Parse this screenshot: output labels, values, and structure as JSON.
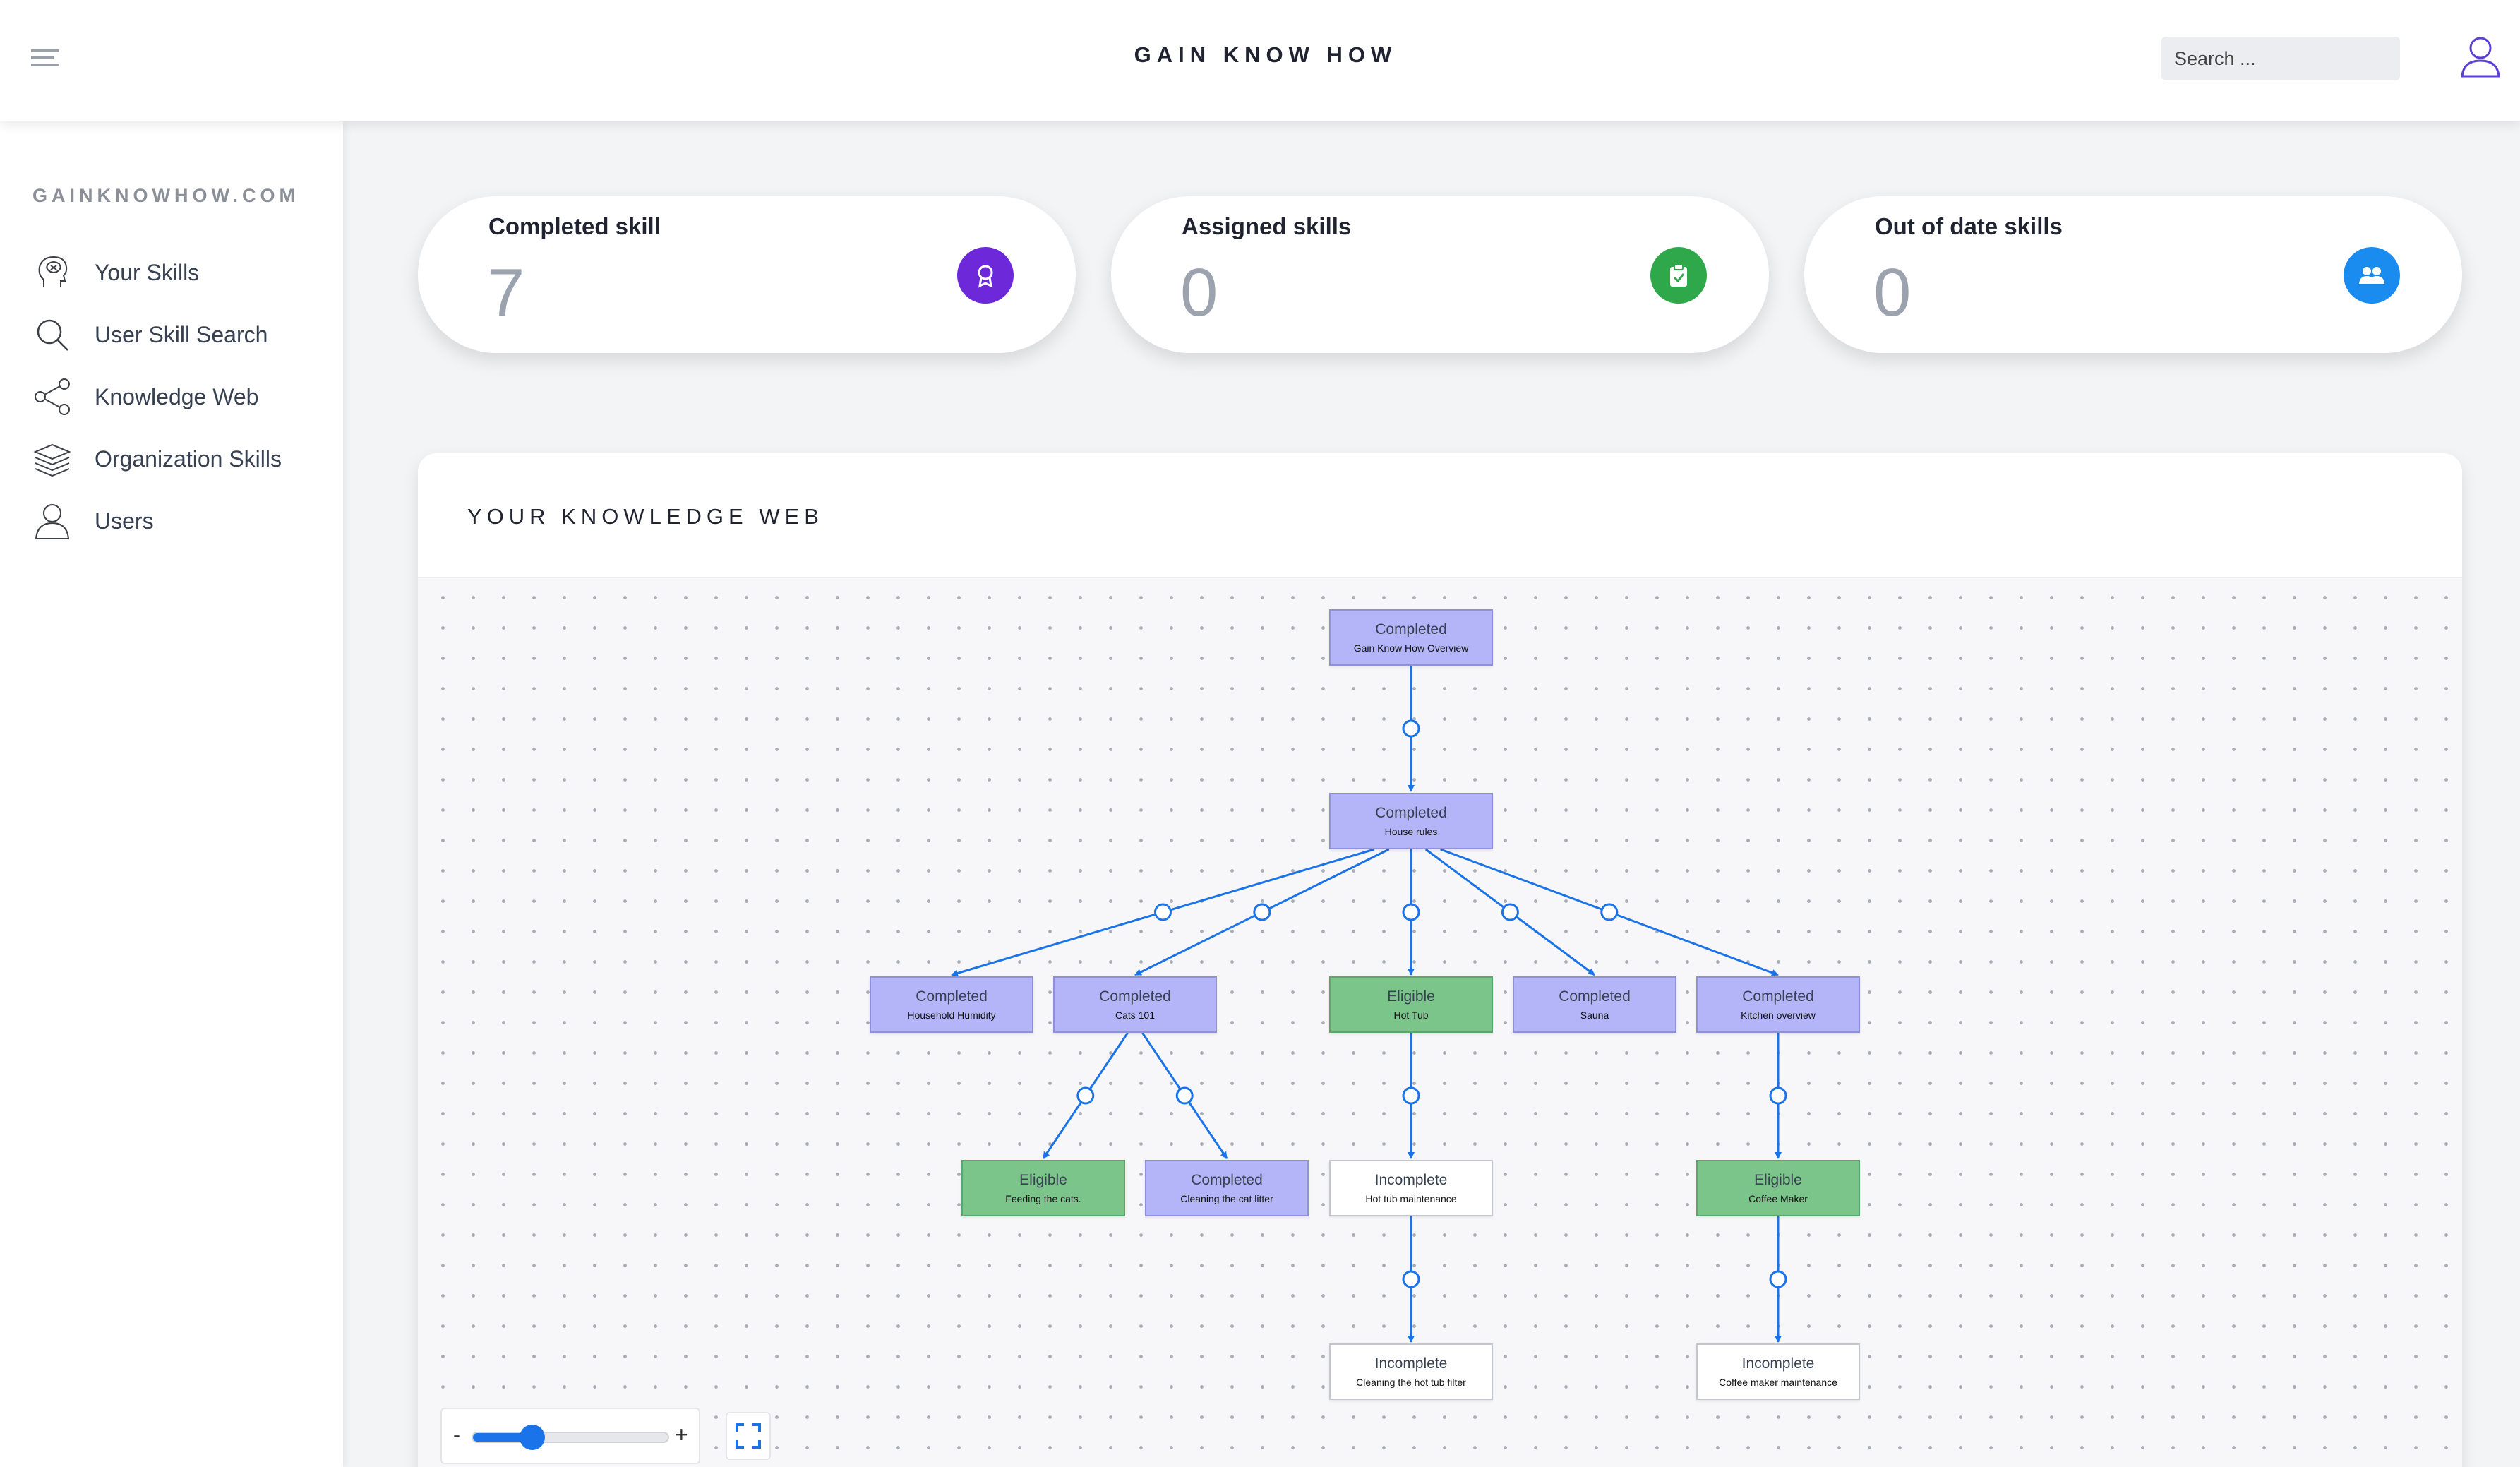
{
  "header": {
    "title": "GAIN KNOW HOW",
    "search_placeholder": "Search ...",
    "menu_icon": "hamburger-menu-icon",
    "user_icon": "user-icon"
  },
  "sidebar": {
    "brand": "GAINKNOWHOW.COM",
    "items": [
      {
        "label": "Your Skills",
        "icon": "head-brain-icon"
      },
      {
        "label": "User Skill Search",
        "icon": "search-icon"
      },
      {
        "label": "Knowledge Web",
        "icon": "share-network-icon"
      },
      {
        "label": "Organization Skills",
        "icon": "layers-icon"
      },
      {
        "label": "Users",
        "icon": "user-icon"
      }
    ]
  },
  "cards": [
    {
      "title": "Completed skill",
      "value": "7",
      "icon": "award-icon",
      "color": "#6d28d9"
    },
    {
      "title": "Assigned skills",
      "value": "0",
      "icon": "clipboard-check-icon",
      "color": "#2ea84a"
    },
    {
      "title": "Out of date skills",
      "value": "0",
      "icon": "users-icon",
      "color": "#1a8cf0"
    }
  ],
  "knowledge_web": {
    "title": "YOUR KNOWLEDGE WEB",
    "colors": {
      "completed": "#b3b5f8",
      "eligible": "#7bc48a",
      "incomplete": "#ffffff",
      "edge": "#1a73e8"
    },
    "nodes": [
      {
        "id": "overview",
        "status": "Completed",
        "name": "Gain Know How Overview"
      },
      {
        "id": "house",
        "status": "Completed",
        "name": "House rules"
      },
      {
        "id": "humidity",
        "status": "Completed",
        "name": "Household Humidity"
      },
      {
        "id": "cats",
        "status": "Completed",
        "name": "Cats 101"
      },
      {
        "id": "hottub",
        "status": "Eligible",
        "name": "Hot Tub"
      },
      {
        "id": "sauna",
        "status": "Completed",
        "name": "Sauna"
      },
      {
        "id": "kitchen",
        "status": "Completed",
        "name": "Kitchen overview"
      },
      {
        "id": "feeding",
        "status": "Eligible",
        "name": "Feeding the cats."
      },
      {
        "id": "litter",
        "status": "Completed",
        "name": "Cleaning the cat litter"
      },
      {
        "id": "tubmaint",
        "status": "Incomplete",
        "name": "Hot tub maintenance"
      },
      {
        "id": "coffee",
        "status": "Eligible",
        "name": "Coffee Maker"
      },
      {
        "id": "tubfilter",
        "status": "Incomplete",
        "name": "Cleaning the hot tub filter"
      },
      {
        "id": "coffeemaint",
        "status": "Incomplete",
        "name": "Coffee maker maintenance"
      }
    ],
    "edges": [
      [
        "overview",
        "house"
      ],
      [
        "house",
        "humidity"
      ],
      [
        "house",
        "cats"
      ],
      [
        "house",
        "hottub"
      ],
      [
        "house",
        "sauna"
      ],
      [
        "house",
        "kitchen"
      ],
      [
        "cats",
        "feeding"
      ],
      [
        "cats",
        "litter"
      ],
      [
        "hottub",
        "tubmaint"
      ],
      [
        "tubmaint",
        "tubfilter"
      ],
      [
        "kitchen",
        "coffee"
      ],
      [
        "coffee",
        "coffeemaint"
      ]
    ]
  },
  "zoom": {
    "minus": "-",
    "plus": "+",
    "level": 0.3,
    "fullscreen_icon": "fullscreen-icon"
  }
}
